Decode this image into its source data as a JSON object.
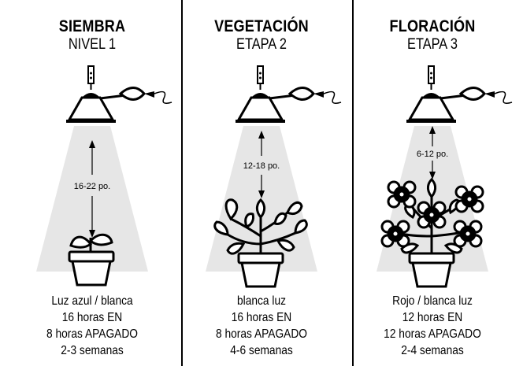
{
  "panels": [
    {
      "title": "SIEMBRA",
      "subtitle": "NIVEL 1",
      "distance": "16-22 po.",
      "info": [
        "Luz azul / blanca",
        "16 horas EN",
        "8 horas APAGADO",
        "2-3 semanas"
      ]
    },
    {
      "title": "VEGETACIÓN",
      "subtitle": "ETAPA 2",
      "distance": "12-18 po.",
      "info": [
        "blanca luz",
        "16 horas EN",
        "8 horas APAGADO",
        "4-6 semanas"
      ]
    },
    {
      "title": "FLORACIÓN",
      "subtitle": "ETAPA 3",
      "distance": "6-12 po.",
      "info": [
        "Rojo / blanca luz",
        "12 horas EN",
        "12 horas APAGADO",
        "2-4 semanas"
      ]
    }
  ],
  "colors": {
    "light_cone": "#e6e6e6",
    "ink": "#000000"
  }
}
